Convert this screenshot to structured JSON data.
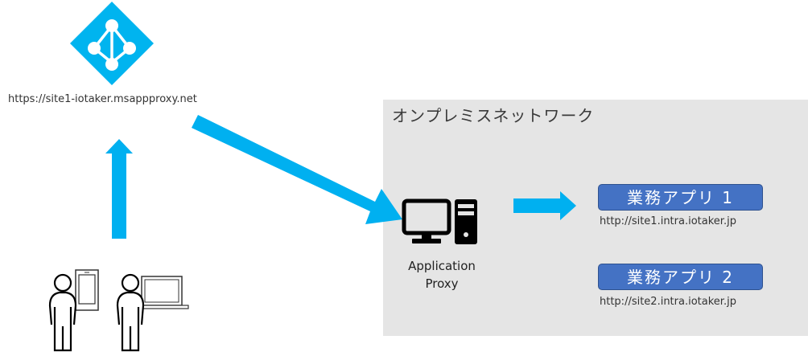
{
  "diagram": {
    "identity_provider": {
      "icon": "azure-active-directory-icon",
      "external_url": "https://site1-iotaker.msappproxy.net"
    },
    "users": [
      {
        "icon": "user-with-smartphone-icon"
      },
      {
        "icon": "user-with-laptop-icon"
      }
    ],
    "on_premises": {
      "title": "オンプレミスネットワーク",
      "connector": {
        "icon": "desktop-computer-icon",
        "label_line1": "Application",
        "label_line2": "Proxy"
      },
      "apps": [
        {
          "label": "業務アプリ 1",
          "url": "http://site1.intra.iotaker.jp"
        },
        {
          "label": "業務アプリ 2",
          "url": "http://site2.intra.iotaker.jp"
        }
      ]
    },
    "arrows": [
      {
        "name": "users-to-idp",
        "direction": "up"
      },
      {
        "name": "idp-to-proxy",
        "direction": "down-right"
      },
      {
        "name": "proxy-to-apps",
        "direction": "right"
      }
    ],
    "colors": {
      "arrow": "#00b0f0",
      "azure_icon": "#00b4ef",
      "onprem_bg": "#e5e5e5",
      "app_button": "#4472c4"
    }
  }
}
